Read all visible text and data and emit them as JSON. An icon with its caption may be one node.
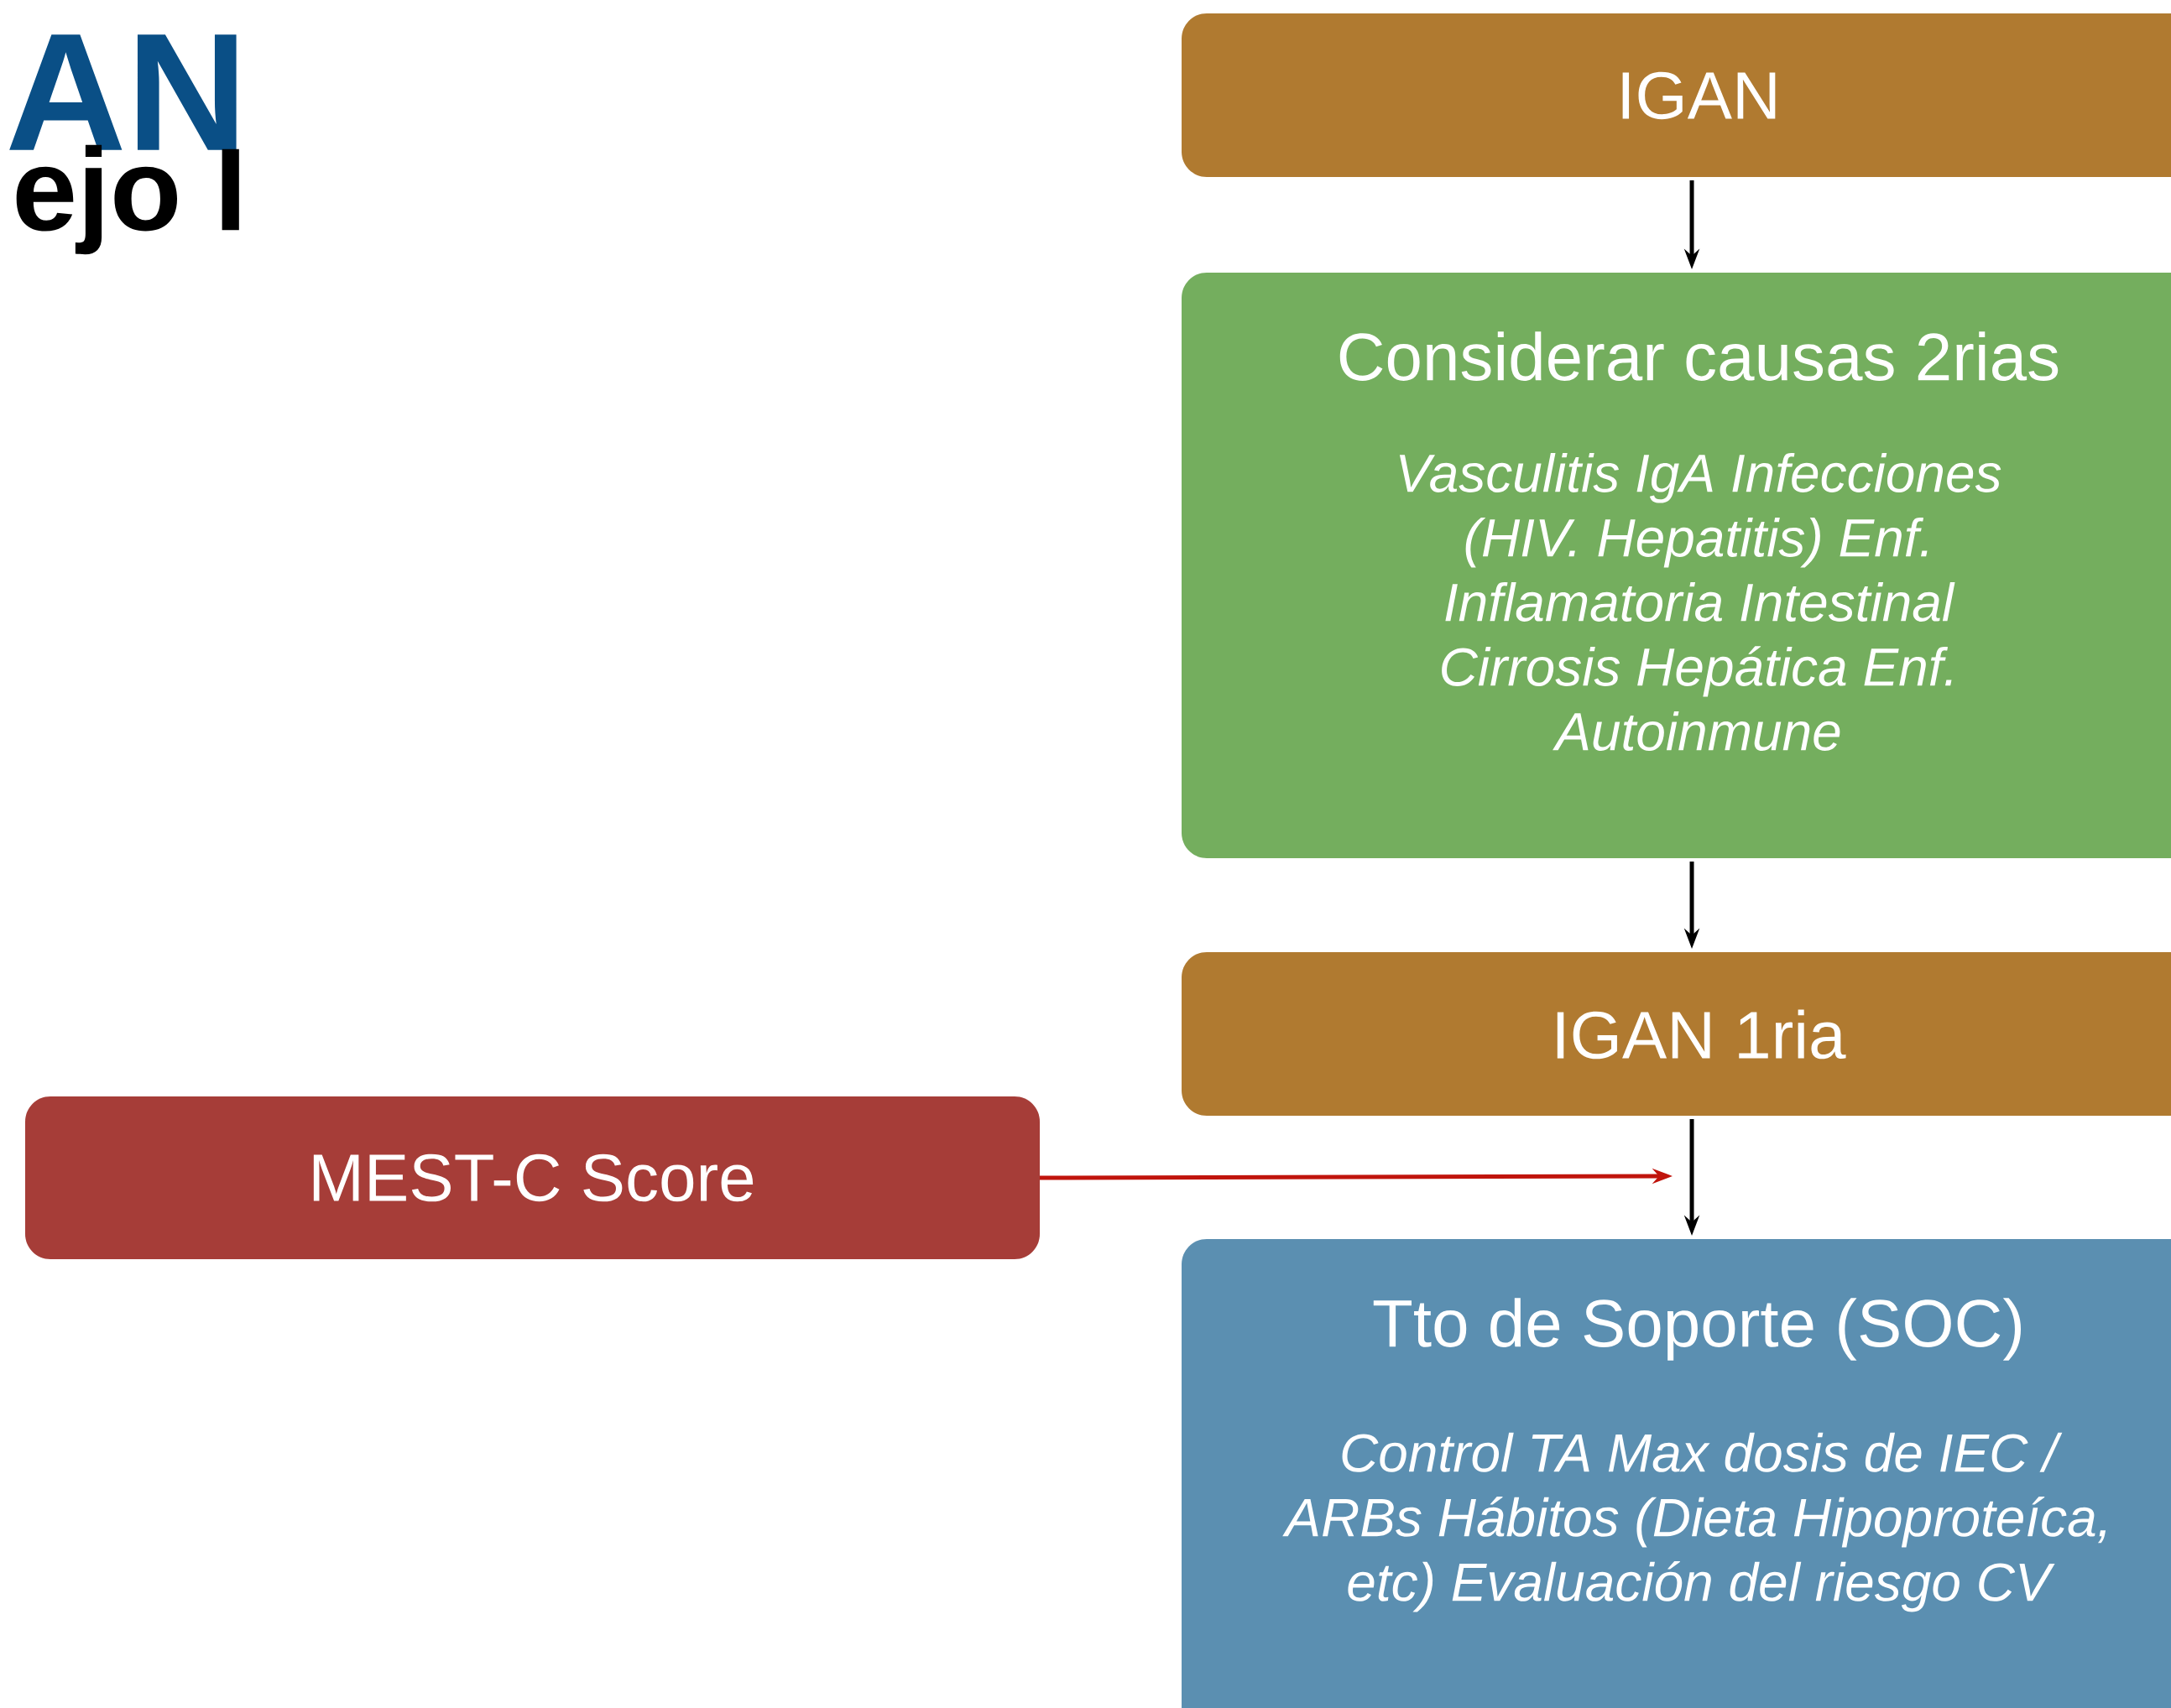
{
  "diagram": {
    "nodes": [
      {
        "text": [
          "IGAN"
        ]
      },
      {
        "text": [
          "Considerar causas 2rias",
          "Vasculitis IgA Infecciones (HIV. Hepatitis) Enf. Inflamatoria Intestinal Cirrosis Hepática Enf. Autoinmune"
        ]
      },
      {
        "text": [
          "IGAN 1ria"
        ]
      },
      {
        "text": [
          "Tto de Soporte (SOC)",
          "Control TA Max dosis de IEC / ARBs Hábitos (Dieta Hipoproteíca, etc) Evaluación del riesgo CV"
        ]
      },
      {
        "text": [
          "MEST-C Score"
        ]
      }
    ],
    "edges": [
      {
        "from": 0,
        "to": 1,
        "arrow": "to"
      },
      {
        "from": 1,
        "to": 2,
        "arrow": "to"
      },
      {
        "from": 2,
        "to": 3,
        "arrow": "to"
      },
      {
        "from": 4,
        "to": null,
        "arrow": "to",
        "color": "#c0140c"
      }
    ],
    "labels": [
      "AN",
      "ejo I"
    ]
  }
}
